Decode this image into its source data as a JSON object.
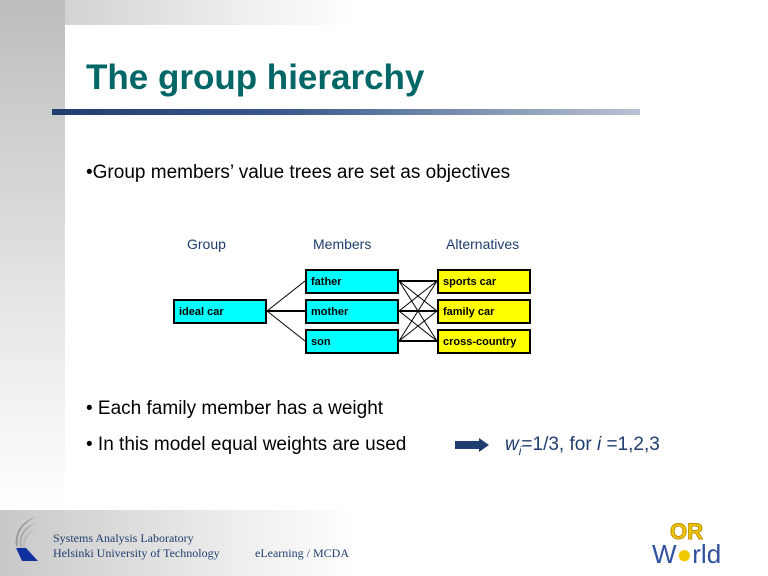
{
  "slide": {
    "title": "The group hierarchy",
    "bullet1": "•Group members’ value trees are set as objectives",
    "bullet2": "• Each family member has a weight",
    "bullet3": "• In this model equal weights are used"
  },
  "formula": {
    "w": "w",
    "sub": "i",
    "rest": "=1/3,  for ",
    "i": "i",
    "tail": " =1,2,3"
  },
  "diagram": {
    "headers": {
      "group": "Group",
      "members": "Members",
      "alternatives": "Alternatives"
    },
    "group": "ideal car",
    "members": [
      "father",
      "mother",
      "son"
    ],
    "alternatives": [
      "sports car",
      "family car",
      "cross-country"
    ]
  },
  "footer": {
    "lab": "Systems Analysis Laboratory",
    "univ": "Helsinki University of Technology",
    "course": "eLearning / MCDA",
    "logo_text": "OR World"
  },
  "colors": {
    "title": "#006666",
    "member_fill": "#00ffff",
    "alt_fill": "#ffff00"
  }
}
